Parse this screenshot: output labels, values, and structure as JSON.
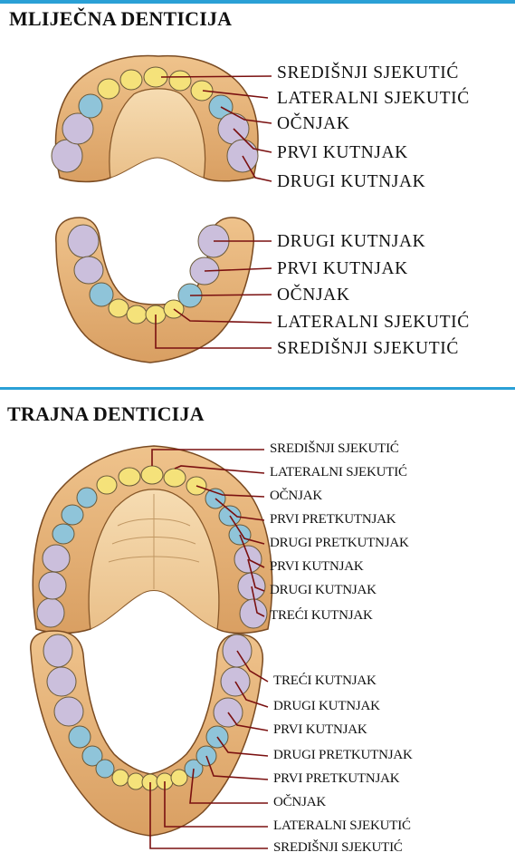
{
  "primary": {
    "title": "MLIJEČNA DENTICIJA",
    "upper_labels": [
      "SREDIŠNJI SJEKUTIĆ",
      "LATERALNI SJEKUTIĆ",
      "OČNJAK",
      "PRVI KUTNJAK",
      "DRUGI KUTNJAK"
    ],
    "lower_labels": [
      "DRUGI KUTNJAK",
      "PRVI KUTNJAK",
      "OČNJAK",
      "LATERALNI SJEKUTIĆ",
      "SREDIŠNJI SJEKUTIĆ"
    ]
  },
  "permanent": {
    "title": "TRAJNA DENTICIJA",
    "upper_labels": [
      "SREDIŠNJI SJEKUTIĆ",
      "LATERALNI SJEKUTIĆ",
      "OČNJAK",
      "PRVI PRETKUTNJAK",
      "DRUGI PRETKUTNJAK",
      "PRVI KUTNJAK",
      "DRUGI KUTNJAK",
      "TREĆI KUTNJAK"
    ],
    "lower_labels": [
      "TREĆI KUTNJAK",
      "DRUGI KUTNJAK",
      "PRVI KUTNJAK",
      "DRUGI PRETKUTNJAK",
      "PRVI PRETKUTNJAK",
      "OČNJAK",
      "LATERALNI SJEKUTIĆ",
      "SREDIŠNJI SJEKUTIĆ"
    ]
  },
  "colors": {
    "incisor": "#f5e27a",
    "canine_premolar": "#8fc4d9",
    "molar": "#cbbfdc",
    "gum": "#e6b77e",
    "palate": "#f1d0a1",
    "rule": "#2aa0d6"
  }
}
